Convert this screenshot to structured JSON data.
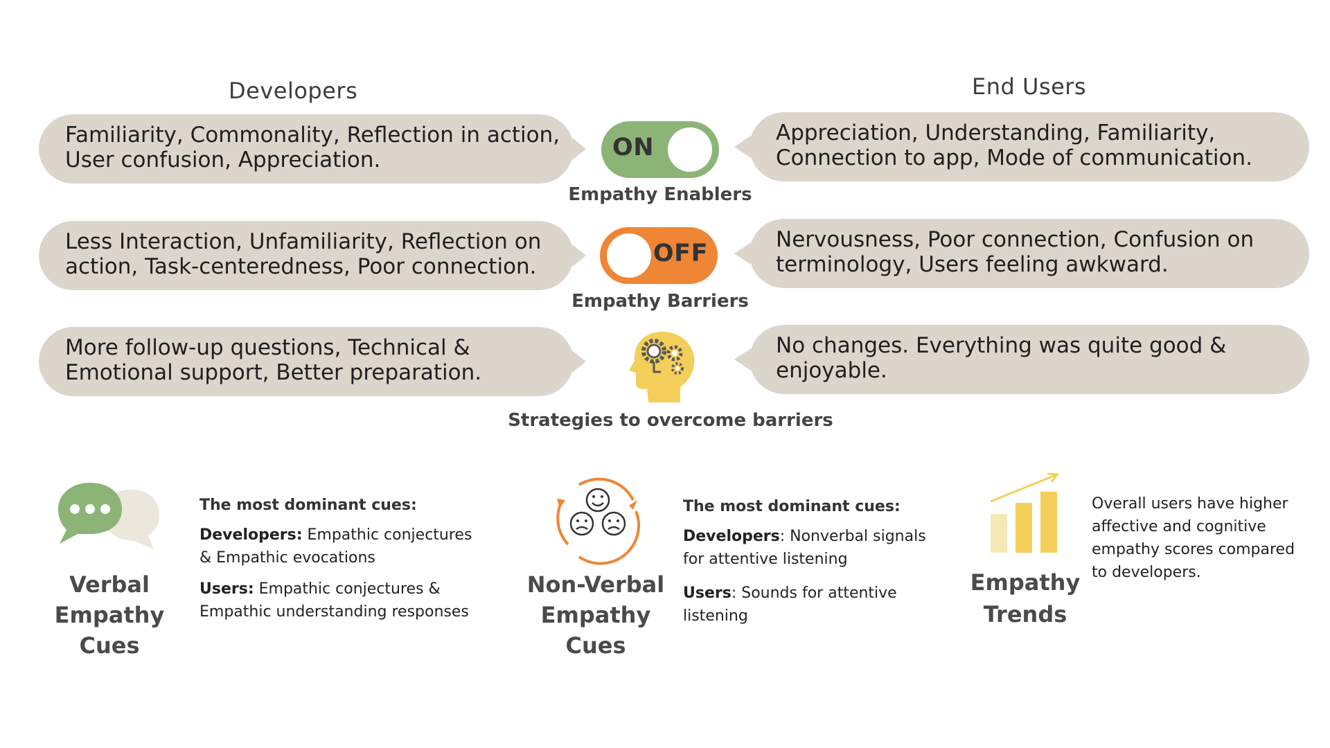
{
  "headers": {
    "left": "Developers",
    "right": "End Users"
  },
  "rows": {
    "enablers": {
      "toggle_label": "ON",
      "caption": "Empathy Enablers",
      "developers": [
        "Familiarity, Commonality, Reflection in action,",
        "User confusion, Appreciation."
      ],
      "users": [
        "Appreciation, Understanding, Familiarity,",
        "Connection to app, Mode of communication."
      ],
      "color": "#8db477"
    },
    "barriers": {
      "toggle_label": "OFF",
      "caption": "Empathy Barriers",
      "developers": [
        "Less Interaction, Unfamiliarity, Reflection on",
        "action, Task-centeredness,  Poor connection."
      ],
      "users": [
        "Nervousness, Poor connection, Confusion on",
        "terminology, Users feeling awkward."
      ],
      "color": "#ee8636"
    },
    "strategies": {
      "icon": "head-gears-icon",
      "caption": "Strategies to overcome barriers",
      "developers": [
        "More follow-up questions, Technical &",
        "Emotional support, Better preparation."
      ],
      "users": [
        "No changes. Everything was quite good &",
        "enjoyable."
      ]
    }
  },
  "cues": {
    "verbal": {
      "icon": "chat-bubbles-icon",
      "title": [
        "Verbal",
        "Empathy Cues"
      ],
      "heading": "The most dominant cues:",
      "developers_label": "Developers:",
      "developers_text": [
        " Empathic conjectures",
        "& Empathic evocations"
      ],
      "users_label": "Users:",
      "users_text": [
        " Empathic conjectures &",
        "Empathic understanding responses"
      ]
    },
    "nonverbal": {
      "icon": "faces-cycle-icon",
      "title": [
        "Non-Verbal",
        "Empathy Cues"
      ],
      "heading": "The most dominant cues:",
      "developers_label": "Developers",
      "developers_text": [
        ": Nonverbal signals",
        "for attentive listening"
      ],
      "users_label": "Users",
      "users_text": [
        ": Sounds for attentive",
        "listening"
      ]
    },
    "trends": {
      "icon": "bar-trend-icon",
      "title": [
        "Empathy",
        "Trends"
      ],
      "text": [
        "Overall users have higher",
        "affective and cognitive",
        "empathy scores compared",
        "to developers."
      ]
    }
  },
  "colors": {
    "bubble": "#dcd5cb",
    "green": "#8db477",
    "orange": "#ee8636",
    "yellow": "#f3cf59",
    "light_yellow": "#f6e9b8"
  }
}
